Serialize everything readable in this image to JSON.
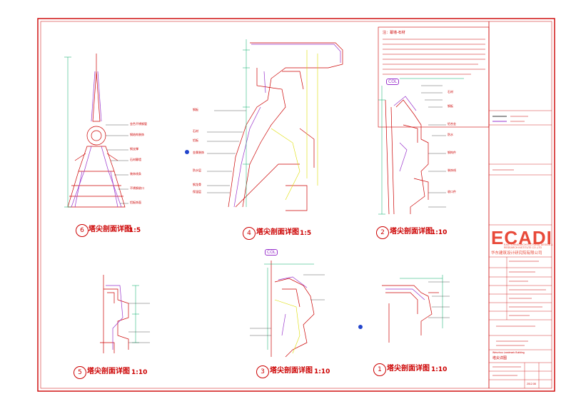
{
  "details": [
    {
      "num": "6",
      "title": "塔尖剖面详图",
      "scale": "1:5"
    },
    {
      "num": "4",
      "title": "塔尖剖面详图",
      "scale": "1:5"
    },
    {
      "num": "2",
      "title": "塔尖剖面详图",
      "scale": "1:10"
    },
    {
      "num": "5",
      "title": "塔尖剖面详图",
      "scale": "1:10"
    },
    {
      "num": "3",
      "title": "塔尖剖面详图",
      "scale": "1:10"
    },
    {
      "num": "1",
      "title": "塔尖剖面详图",
      "scale": "1:10"
    }
  ],
  "col_tag": "COL",
  "title_block": {
    "logo": "ECADI",
    "logo_en": "EAST CHINA ARCHITECTURAL DESIGN & RESEARCH INSTITUTE CO.,LTD",
    "logo_cn": "华东建筑设计研究院有限公司",
    "project": "Wenzhou Landmark Building",
    "sheet_code": "塔尖详图",
    "date": "2012.08"
  },
  "notes_header": "注：幕墙-石材",
  "callouts_6": [
    "金色不锈钢管",
    "钢结构装饰",
    "钢支撑",
    "石材幕墙",
    "装饰线条",
    "不锈钢收口",
    "铝板饰面"
  ],
  "callouts_4": [
    "钢板",
    "石材",
    "铝板",
    "金属装饰",
    "防水层",
    "钢龙骨",
    "保温层"
  ],
  "callouts_2": [
    "石材",
    "钢板",
    "铝合金",
    "防水",
    "钢构件",
    "装饰线",
    "收口件"
  ]
}
